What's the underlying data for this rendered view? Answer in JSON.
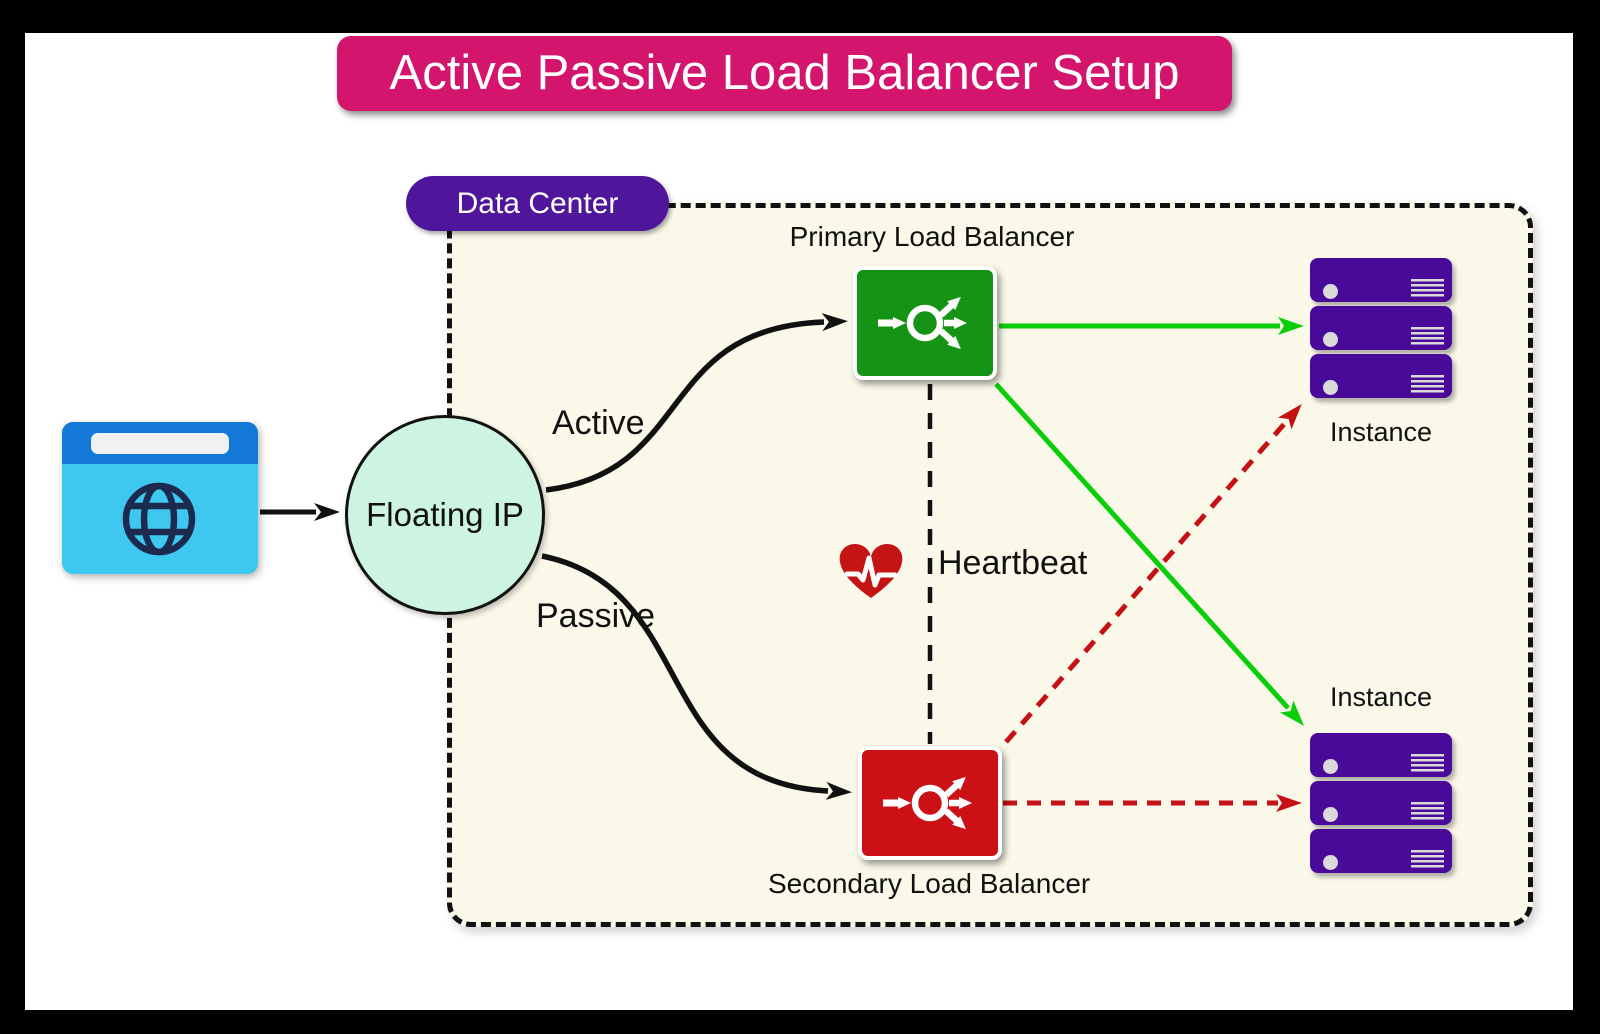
{
  "title": "Active Passive Load Balancer Setup",
  "data_center": {
    "label": "Data Center"
  },
  "nodes": {
    "client": {
      "icon": "browser-globe-icon"
    },
    "floating_ip": {
      "label": "Floating IP",
      "shape": "circle"
    },
    "primary_lb": {
      "label": "Primary Load Balancer",
      "icon": "load-balancer-icon",
      "color": "#149314"
    },
    "secondary_lb": {
      "label": "Secondary Load Balancer",
      "icon": "load-balancer-icon",
      "color": "#CB1016"
    },
    "instance_top": {
      "label": "Instance",
      "icon": "server-stack-icon",
      "server_count": 3
    },
    "instance_bottom": {
      "label": "Instance",
      "icon": "server-stack-icon",
      "server_count": 3
    }
  },
  "edges": [
    {
      "id": "client-to-floating-ip",
      "from": "client",
      "to": "floating_ip",
      "style": "solid",
      "color": "#111111",
      "label": ""
    },
    {
      "id": "floating-ip-to-primary-lb",
      "from": "floating_ip",
      "to": "primary_lb",
      "style": "solid-curve",
      "color": "#111111",
      "label": "Active"
    },
    {
      "id": "floating-ip-to-secondary-lb",
      "from": "floating_ip",
      "to": "secondary_lb",
      "style": "solid-curve",
      "color": "#111111",
      "label": "Passive"
    },
    {
      "id": "primary-lb-to-instance-top",
      "from": "primary_lb",
      "to": "instance_top",
      "style": "solid",
      "color": "#0BCE0B",
      "label": ""
    },
    {
      "id": "primary-lb-to-instance-bottom",
      "from": "primary_lb",
      "to": "instance_bottom",
      "style": "solid",
      "color": "#0BCE0B",
      "label": ""
    },
    {
      "id": "secondary-lb-to-instance-top",
      "from": "secondary_lb",
      "to": "instance_top",
      "style": "dashed",
      "color": "#C51114",
      "label": ""
    },
    {
      "id": "secondary-lb-to-instance-bottom",
      "from": "secondary_lb",
      "to": "instance_bottom",
      "style": "dashed",
      "color": "#C51114",
      "label": ""
    },
    {
      "id": "primary-secondary-heartbeat",
      "from": "primary_lb",
      "to": "secondary_lb",
      "style": "dashed",
      "color": "#111111",
      "label": "Heartbeat",
      "icon": "heartbeat-heart-icon"
    }
  ],
  "colors": {
    "title_bg": "#D4156E",
    "data_center_pill_bg": "#4F169B",
    "boundary_bg": "#FAF8E8",
    "primary_green": "#149314",
    "secondary_red": "#CB1016",
    "server_purple": "#490A99",
    "floating_ip_mint": "#CDF4E1",
    "active_arrow_green": "#0BCE0B",
    "failover_arrow_red": "#C51114",
    "browser_header_blue": "#1478D7",
    "browser_body_cyan": "#3EC8EF",
    "heart_red": "#C41414",
    "line_black": "#111111"
  }
}
